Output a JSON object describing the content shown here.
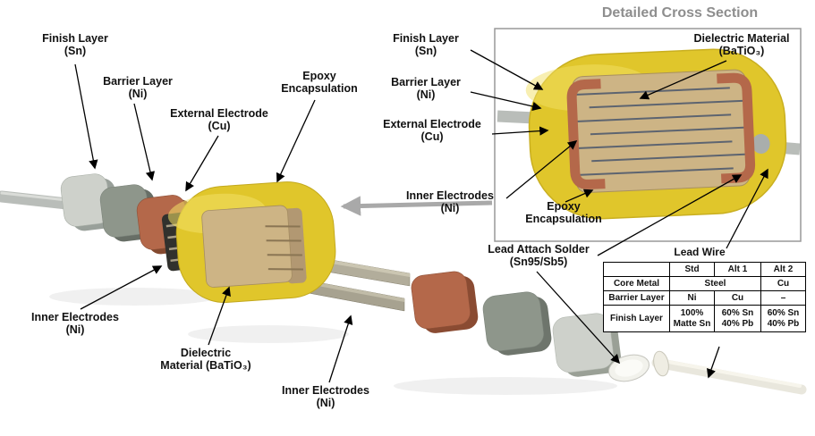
{
  "colors": {
    "epoxy": "#e0c62b",
    "dielectric": "#cdb485",
    "copper": "#b4684a",
    "barrier": "#8e968b",
    "finish": "#ced1cb",
    "lead": "#b9bdb9",
    "electrode_stack": "#31312d",
    "title_gray": "#8e8e8e",
    "pointer_gray": "#a9a9a9"
  },
  "exploded_view": {
    "labels": {
      "finish_layer": "Finish Layer\n(Sn)",
      "barrier_layer": "Barrier Layer\n(Ni)",
      "external_electrode": "External Electrode\n(Cu)",
      "epoxy_encapsulation": "Epoxy\nEncapsulation",
      "inner_electrodes_front": "Inner Electrodes\n(Ni)",
      "dielectric_material": "Dielectric\nMaterial (BaTiO₃)",
      "inner_electrodes_rear": "Inner Electrodes\n(Ni)"
    }
  },
  "cross_section": {
    "title": "Detailed Cross Section",
    "labels": {
      "finish_layer": "Finish Layer\n(Sn)",
      "barrier_layer": "Barrier Layer\n(Ni)",
      "external_electrode": "External Electrode\n(Cu)",
      "inner_electrodes": "Inner Electrodes\n(Ni)",
      "epoxy_encapsulation": "Epoxy\nEncapsulation",
      "dielectric_material": "Dielectric Material\n(BaTiO₃)",
      "lead_attach_solder": "Lead Attach Solder\n(Sn95/Sb5)"
    }
  },
  "lead_wire_table": {
    "title": "Lead Wire",
    "columns": [
      "Std",
      "Alt 1",
      "Alt 2"
    ],
    "rows": [
      {
        "label": "Core Metal",
        "cells": [
          "Steel",
          "Cu"
        ]
      },
      {
        "label": "Barrier Layer",
        "cells": [
          "Ni",
          "Cu",
          "–"
        ]
      },
      {
        "label": "Finish Layer",
        "cells": [
          "100%\nMatte Sn",
          "60% Sn\n40% Pb",
          "60% Sn\n40% Pb"
        ]
      }
    ]
  }
}
